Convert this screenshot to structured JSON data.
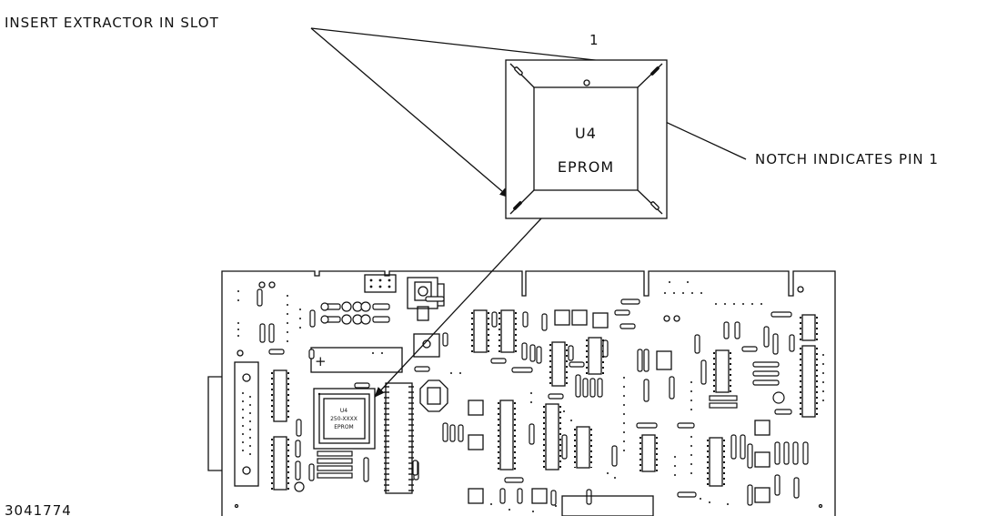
{
  "labels": {
    "insert_extractor": "INSERT EXTRACTOR IN SLOT",
    "pin_number": "1",
    "notch_indicates": "NOTCH INDICATES PIN 1",
    "figure_id": "3041774"
  },
  "chip_detail": {
    "designator": "U4",
    "type": "EPROM"
  },
  "board_chip": {
    "designator": "U4",
    "part_number": "250-XXXX",
    "type": "EPROM"
  }
}
